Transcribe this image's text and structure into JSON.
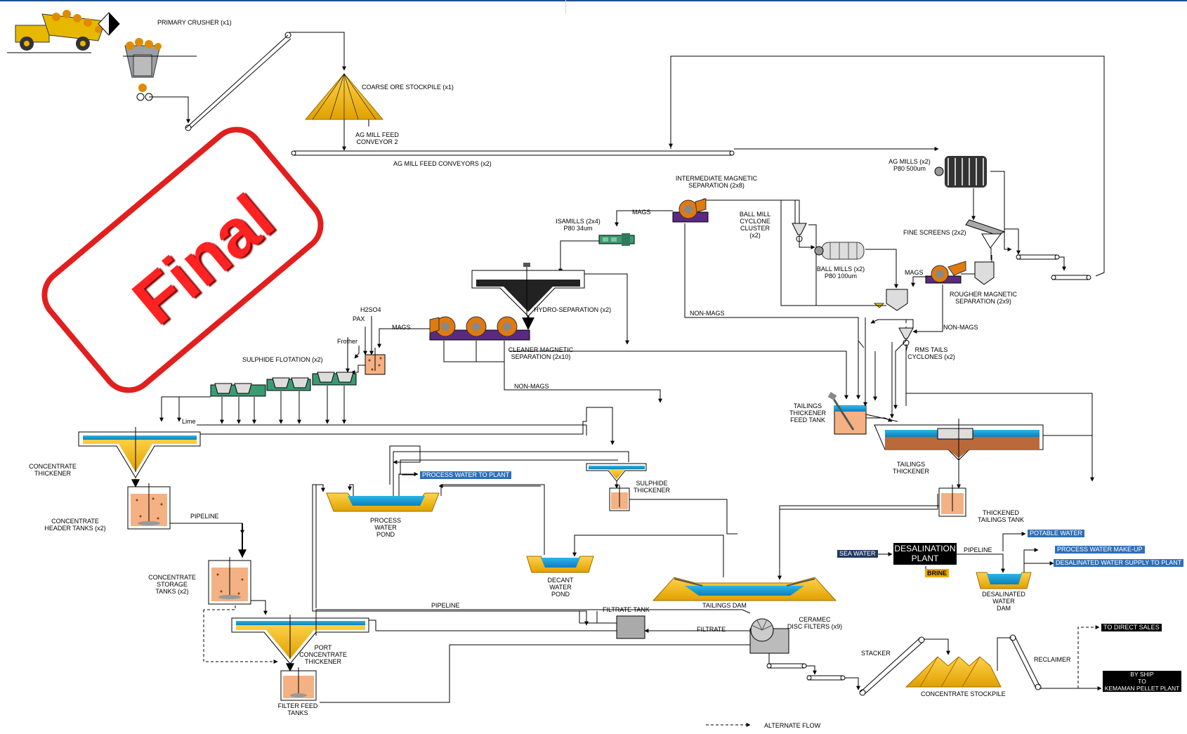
{
  "stamp": {
    "text": "Final",
    "color": "#e21f1f"
  },
  "labels": {
    "primary_crusher": "PRIMARY CRUSHER (x1)",
    "coarse_ore_stockpile": "COARSE ORE STOCKPILE (x1)",
    "ag_mill_feed_conveyor_2": "AG MILL FEED\nCONVEYOR 2",
    "ag_mill_feed_conveyors": "AG MILL FEED CONVEYORS (x2)",
    "ag_mills": "AG MILLS (x2)\nP80 500um",
    "intermediate_magnetic": "INTERMEDIATE MAGNETIC\nSEPARATION (2x8)",
    "ball_mill_cyclone": "BALL MILL\nCYCLONE\nCLUSTER\n(x2)",
    "fine_screens": "FINE SCREENS (2x2)",
    "ball_mills": "BALL MILLS (x2)\nP80 100um",
    "mags_rougher": "MAGS",
    "rougher_magnetic": "ROUGHER MAGNETIC\nSEPARATION (2x9)",
    "non_mags_rougher": "NON-MAGS",
    "rms_tails": "RMS TAILS\nCYCLONES (x2)",
    "mags_int": "MAGS",
    "isamills": "ISAMILLS (2x4)\nP80 34um",
    "hydro_separation": "HYDRO-SEPARATION (x2)",
    "non_mags_int": "NON-MAGS",
    "h2so4": "H2SO4",
    "pax": "PAX",
    "mags_cleaner": "MAGS",
    "frother": "Frother",
    "cleaner_magnetic": "CLEANER MAGNETIC\nSEPARATION (2x10)",
    "sulphide_flotation": "SULPHIDE FLOTATION (x2)",
    "non_mags_cleaner": "NON-MAGS",
    "tailings_feed_tank": "TAILINGS\nTHICKENER\nFEED TANK",
    "lime": "Lime",
    "concentrate_thickener": "CONCENTRATE\nTHICKENER",
    "tailings_thickener": "TAILINGS\nTHICKENER",
    "sulphide_thickener": "SULPHIDE\nTHICKENER",
    "process_water_pond": "PROCESS\nWATER\nPOND",
    "thickened_tailings_tank": "THICKENED\nTAILINGS TANK",
    "concentrate_header_tanks": "CONCENTRATE\nHEADER TANKS (x2)",
    "pipeline_1": "PIPELINE",
    "pipeline_2": "PIPELINE",
    "pipeline_3": "PIPELINE",
    "decant_water_pond": "DECANT\nWATER\nPOND",
    "tailings_dam": "TAILINGS DAM",
    "concentrate_storage_tanks": "CONCENTRATE\nSTORAGE\nTANKS (x2)",
    "filtrate_tank": "FILTRATE TANK",
    "filtrate": "FILTRATE",
    "ceramec": "CERAMEC\nDISC FILTERS (x9)",
    "port_concentrate_thickener": "PORT\nCONCENTRATE\nTHICKENER",
    "filter_feed_tanks": "FILTER FEED\nTANKS",
    "stacker": "STACKER",
    "reclaimer": "RECLAIMER",
    "concentrate_stockpile": "CONCENTRATE STOCKPILE",
    "desalinated_water_dam": "DESALINATED\nWATER\nDAM",
    "alternate_flow": "ALTERNATE FLOW"
  },
  "tags": {
    "process_water_to_plant": "PROCESS WATER TO PLANT",
    "sea_water": "SEA WATER",
    "desalination_plant": "DESALINATION\nPLANT",
    "brine": "BRINE",
    "potable_water": "POTABLE WATER",
    "process_water_makeup": "PROCESS WATER MAKE-UP",
    "desalinated_supply": "DESALINATED WATER SUPPLY TO PLANT",
    "to_direct_sales": "TO DIRECT SALES",
    "by_ship": "BY SHIP\nTO\nKEMAMAN PELLET PLANT"
  },
  "colors": {
    "stockpile": "#f2a900",
    "water": "#1aa3d9",
    "slurry": "#f4b183",
    "magnetic_separator": "#e07a10",
    "tag_blue": "#2f6fb7",
    "stamp_red": "#e21f1f"
  }
}
